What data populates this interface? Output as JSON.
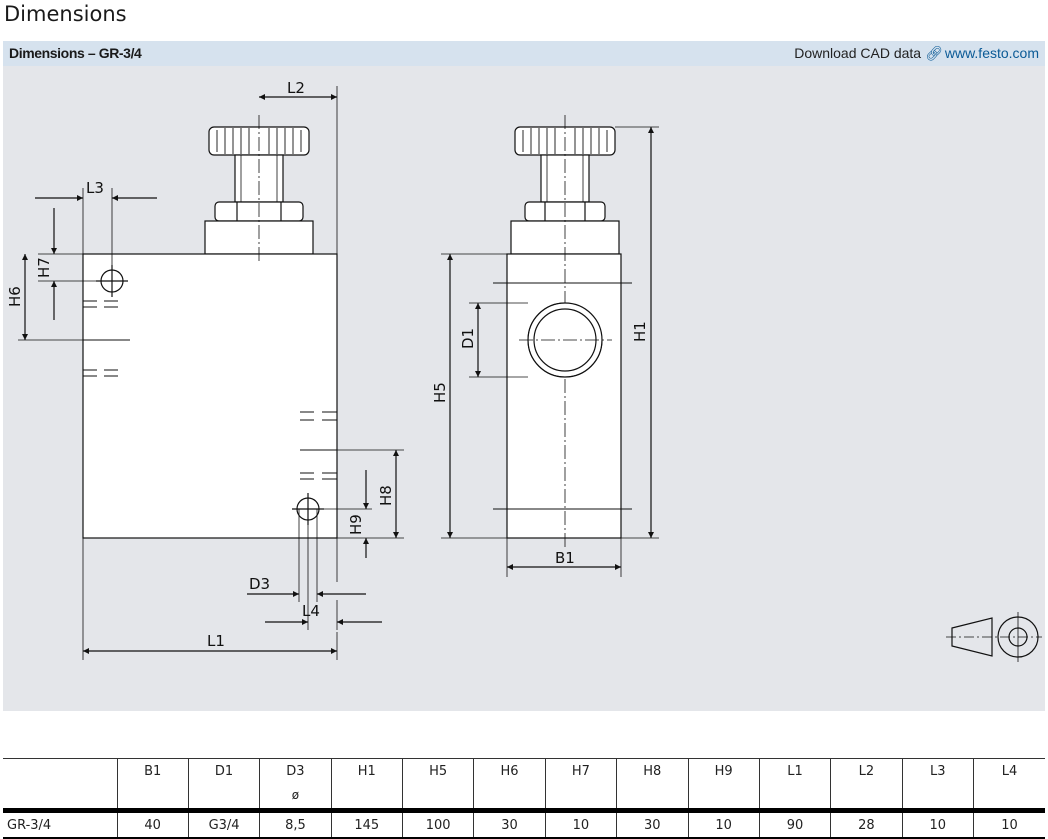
{
  "page": {
    "title": "Dimensions"
  },
  "panel": {
    "title": "Dimensions – GR-3/4",
    "download_label": "Download CAD data",
    "download_link": "www.festo.com"
  },
  "drawing": {
    "labels": {
      "L2": "L2",
      "L3": "L3",
      "H7": "H7",
      "H6": "H6",
      "H8": "H8",
      "H9": "H9",
      "D3": "D3",
      "L4": "L4",
      "L1": "L1",
      "D1": "D1",
      "H5": "H5",
      "H1": "H1",
      "B1": "B1"
    },
    "colors": {
      "background": "#e4e6ea",
      "body_fill": "#ffffff",
      "line": "#111111",
      "header": "#d6e2ee"
    }
  },
  "table": {
    "headers": [
      {
        "label": "",
        "sub": ""
      },
      {
        "label": "B1",
        "sub": ""
      },
      {
        "label": "D1",
        "sub": ""
      },
      {
        "label": "D3",
        "sub": "ø"
      },
      {
        "label": "H1",
        "sub": ""
      },
      {
        "label": "H5",
        "sub": ""
      },
      {
        "label": "H6",
        "sub": ""
      },
      {
        "label": "H7",
        "sub": ""
      },
      {
        "label": "H8",
        "sub": ""
      },
      {
        "label": "H9",
        "sub": ""
      },
      {
        "label": "L1",
        "sub": ""
      },
      {
        "label": "L2",
        "sub": ""
      },
      {
        "label": "L3",
        "sub": ""
      },
      {
        "label": "L4",
        "sub": ""
      }
    ],
    "rows": [
      [
        "GR-3/4",
        "40",
        "G3/4",
        "8,5",
        "145",
        "100",
        "30",
        "10",
        "30",
        "10",
        "90",
        "28",
        "10",
        "10"
      ]
    ]
  }
}
